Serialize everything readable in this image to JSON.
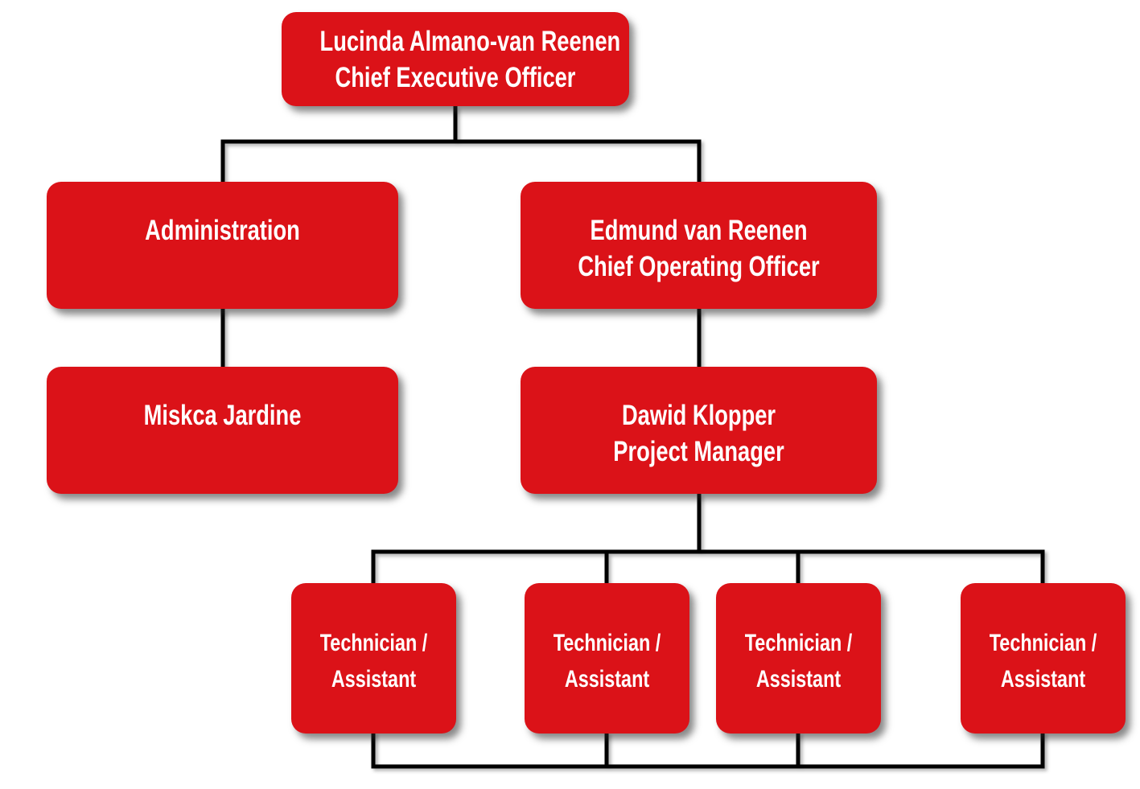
{
  "colors": {
    "node_fill": "#DB1218",
    "node_text": "#FFFFFF",
    "connector": "#000000",
    "page_bg": "#FFFFFF"
  },
  "org": {
    "nodes": [
      {
        "id": "ceo",
        "lines": [
          "Lucinda Almano-van Reenen",
          "Chief Executive Officer"
        ]
      },
      {
        "id": "administration",
        "lines": [
          "Administration"
        ]
      },
      {
        "id": "coo",
        "lines": [
          "Edmund van Reenen",
          "Chief Operating Officer"
        ]
      },
      {
        "id": "miskca-jardine",
        "lines": [
          "Miskca Jardine"
        ]
      },
      {
        "id": "project-manager",
        "lines": [
          "Dawid Klopper",
          "Project Manager"
        ]
      },
      {
        "id": "technician-1",
        "lines": [
          "Technician /",
          "Assistant"
        ]
      },
      {
        "id": "technician-2",
        "lines": [
          "Technician /",
          "Assistant"
        ]
      },
      {
        "id": "technician-3",
        "lines": [
          "Technician /",
          "Assistant"
        ]
      },
      {
        "id": "technician-4",
        "lines": [
          "Technician /",
          "Assistant"
        ]
      }
    ],
    "edges": [
      {
        "from": "ceo",
        "to": "administration"
      },
      {
        "from": "ceo",
        "to": "coo"
      },
      {
        "from": "administration",
        "to": "miskca-jardine"
      },
      {
        "from": "coo",
        "to": "project-manager"
      },
      {
        "from": "project-manager",
        "to": "technician-1"
      },
      {
        "from": "project-manager",
        "to": "technician-2"
      },
      {
        "from": "project-manager",
        "to": "technician-3"
      },
      {
        "from": "project-manager",
        "to": "technician-4"
      }
    ],
    "bottom_bus": [
      "technician-1",
      "technician-2",
      "technician-3",
      "technician-4"
    ]
  }
}
